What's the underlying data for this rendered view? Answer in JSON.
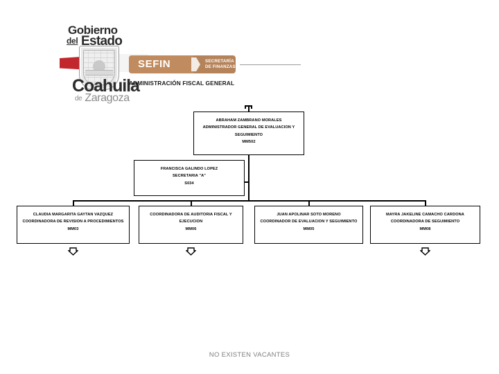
{
  "header": {
    "gobierno_line1": "Gobierno",
    "gobierno_del": "del",
    "gobierno_estado": "Estado",
    "state_name": "Coahuila",
    "state_de": "de",
    "state_suffix": "Zaragoza",
    "sefin_label": "SEFIN",
    "sefin_sub_line1": "SECRETARÍA",
    "sefin_sub_line2": "DE FINANZAS",
    "department": "ADMINISTRACIÓN FISCAL GENERAL",
    "colors": {
      "flag_red": "#c1272d",
      "flag_white": "#f4f4f4",
      "flag_green": "#1f9c4a",
      "sefin_brown_light": "#c08b5e",
      "sefin_brown_dark": "#b5835a"
    }
  },
  "chart_data": {
    "type": "org-chart",
    "title": "ADMINISTRACIÓN FISCAL GENERAL",
    "nodes": [
      {
        "id": "root",
        "level": 0,
        "name": "ABRAHAM ZAMBRANO MORALES",
        "position": "ADMINISTRADOR GENERAL DE EVALUACION Y SEGUIMIENTO",
        "code": "MM502",
        "has_expand_icon": false
      },
      {
        "id": "secretary",
        "level": 1,
        "name": "FRANCISCA GALINDO LOPEZ",
        "position": "SECRETARIA \"A\"",
        "code": "S034",
        "has_expand_icon": false
      },
      {
        "id": "child-1",
        "level": 2,
        "name": "CLAUDIA MARGARITA GAYTAN VAZQUEZ",
        "position": "COORDINADORA DE REVISION A PROCEDIMIENTOS",
        "code": "MM03",
        "has_expand_icon": true
      },
      {
        "id": "child-2",
        "level": 2,
        "name": "",
        "position": "COORDINADORA DE AUDITORIA FISCAL Y EJECUCION",
        "code": "MM06",
        "has_expand_icon": true
      },
      {
        "id": "child-3",
        "level": 2,
        "name": "JUAN APOLINAR SOTO MORENO",
        "position": "COORDINADOR DE EVALUACION Y SEGUIMIENTO",
        "code": "MM05",
        "has_expand_icon": false
      },
      {
        "id": "child-4",
        "level": 2,
        "name": "MAYRA JAKELINE CAMACHO CARDONA",
        "position": "COORDINADORA DE SEGUIMIENTO",
        "code": "MM08",
        "has_expand_icon": true
      }
    ]
  },
  "footer": {
    "note": "NO EXISTEN VACANTES"
  }
}
